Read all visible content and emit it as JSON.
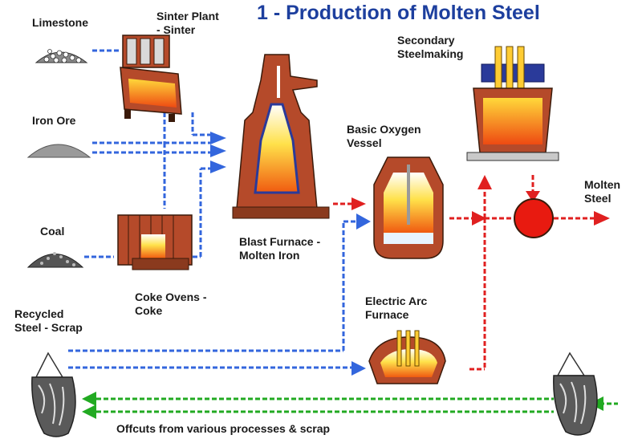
{
  "title": "1 - Production of Molten Steel",
  "labels": {
    "limestone": "Limestone",
    "sinter_plant": "Sinter Plant\n- Sinter",
    "iron_ore": "Iron Ore",
    "coal": "Coal",
    "coke_ovens": "Coke Ovens -\nCoke",
    "blast_furnace": "Blast Furnace -\nMolten Iron",
    "bov": "Basic Oxygen\nVessel",
    "secondary": "Secondary\nSteelmaking",
    "molten_steel": "Molten\nSteel",
    "eaf": "Electric Arc\nFurnace",
    "recycled": "Recycled\nSteel - Scrap",
    "offcuts": "Offcuts from various processes & scrap"
  },
  "colors": {
    "title": "#1d3f9e",
    "blue_flow": "#3366dd",
    "red_flow": "#e02020",
    "green_flow": "#22aa22",
    "brick": "#b54a2a",
    "molten": "#ffcc33"
  }
}
